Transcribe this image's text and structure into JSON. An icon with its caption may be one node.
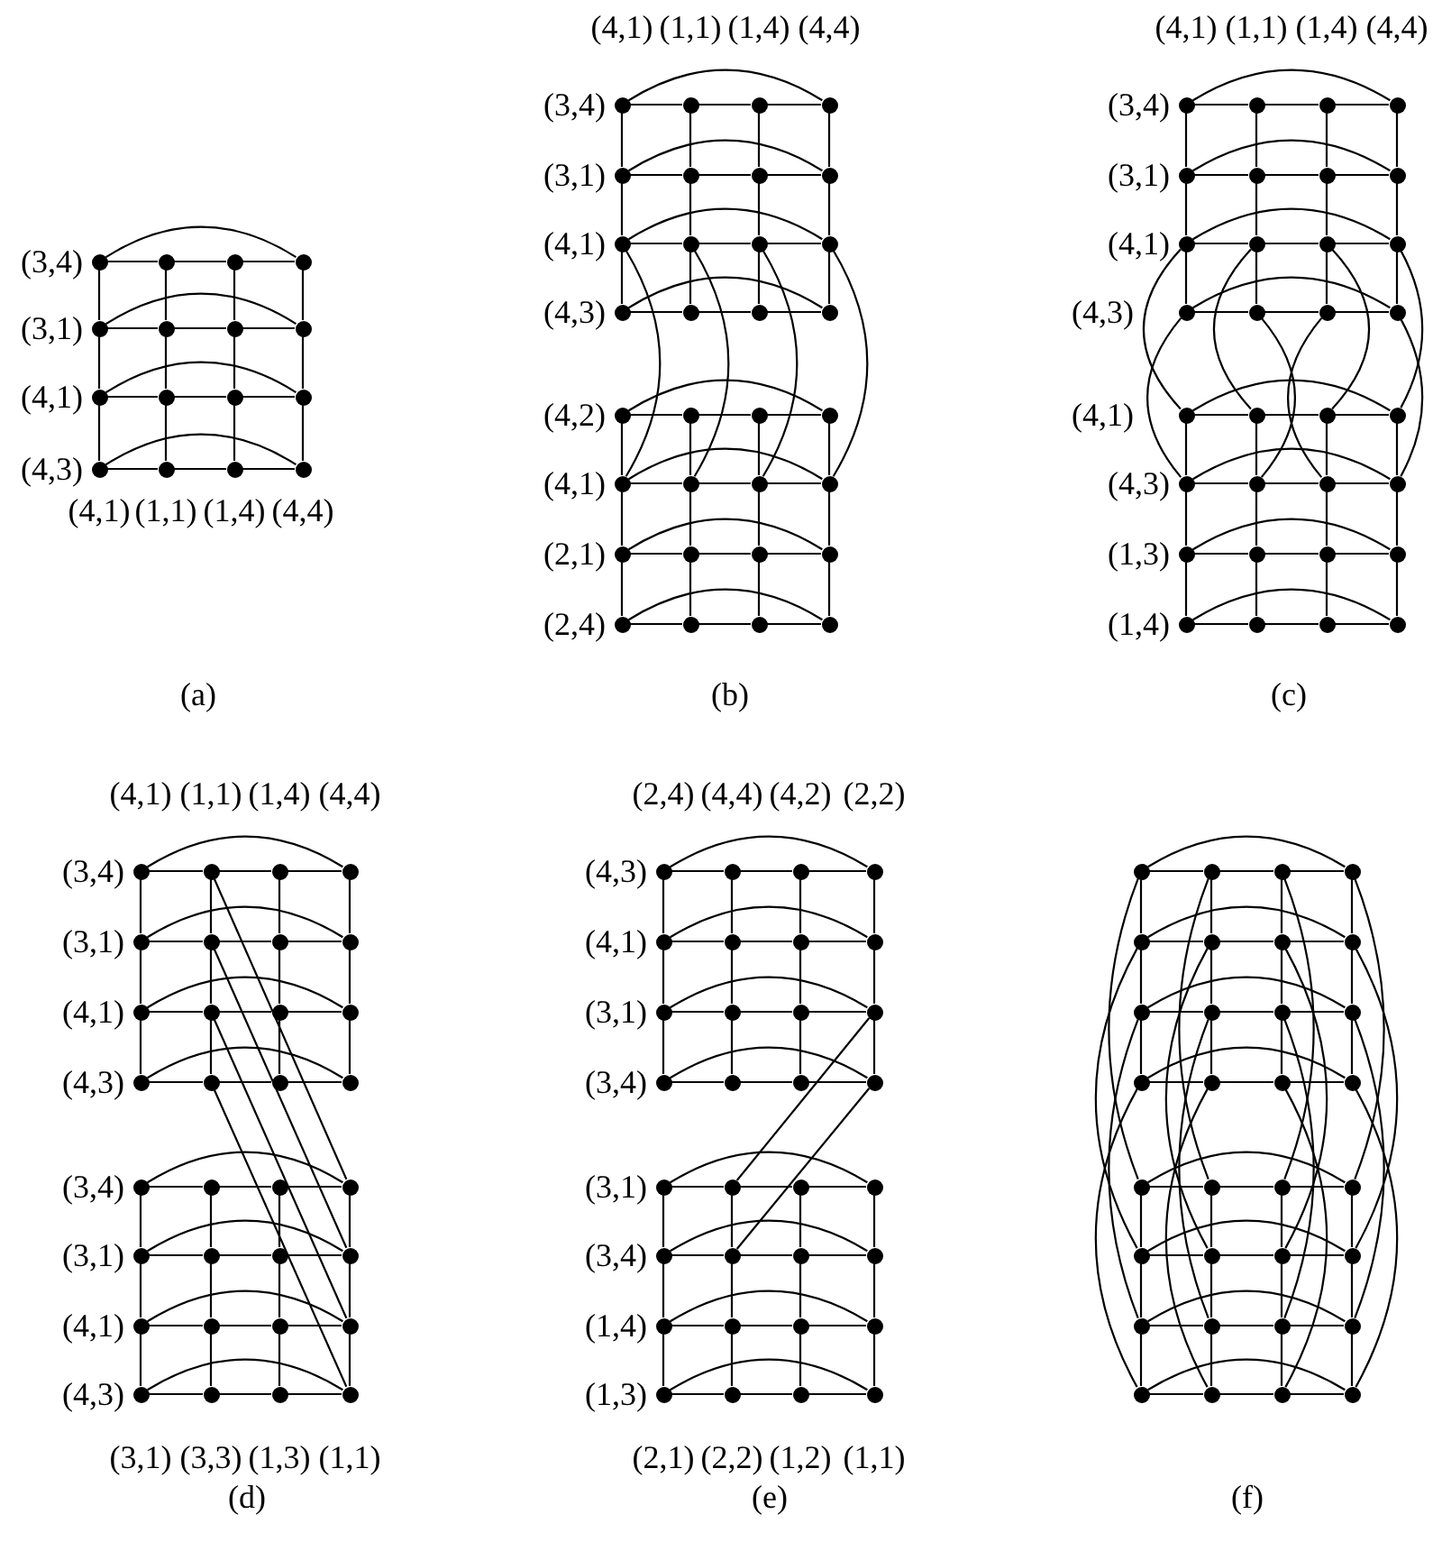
{
  "diagram": {
    "nodes": [
      {
        "text": [],
        "shape": "circle"
      },
      {
        "text": [],
        "shape": "circle"
      },
      {
        "text": [],
        "shape": "circle"
      },
      {
        "text": [],
        "shape": "circle"
      },
      {
        "text": [],
        "shape": "circle"
      },
      {
        "text": [],
        "shape": "circle"
      },
      {
        "text": [],
        "shape": "circle"
      },
      {
        "text": [],
        "shape": "circle"
      },
      {
        "text": [],
        "shape": "circle"
      },
      {
        "text": [],
        "shape": "circle"
      },
      {
        "text": [],
        "shape": "circle"
      },
      {
        "text": [],
        "shape": "circle"
      },
      {
        "text": [],
        "shape": "circle"
      },
      {
        "text": [],
        "shape": "circle"
      },
      {
        "text": [],
        "shape": "circle"
      },
      {
        "text": [],
        "shape": "circle"
      },
      {
        "text": [],
        "shape": "circle"
      },
      {
        "text": [],
        "shape": "circle"
      },
      {
        "text": [],
        "shape": "circle"
      },
      {
        "text": [],
        "shape": "circle"
      },
      {
        "text": [],
        "shape": "circle"
      },
      {
        "text": [],
        "shape": "circle"
      },
      {
        "text": [],
        "shape": "circle"
      },
      {
        "text": [],
        "shape": "circle"
      },
      {
        "text": [],
        "shape": "circle"
      },
      {
        "text": [],
        "shape": "circle"
      },
      {
        "text": [],
        "shape": "circle"
      },
      {
        "text": [],
        "shape": "circle"
      },
      {
        "text": [],
        "shape": "circle"
      },
      {
        "text": [],
        "shape": "circle"
      },
      {
        "text": [],
        "shape": "circle"
      },
      {
        "text": [],
        "shape": "circle"
      },
      {
        "text": [],
        "shape": "circle"
      },
      {
        "text": [],
        "shape": "circle"
      },
      {
        "text": [],
        "shape": "circle"
      },
      {
        "text": [],
        "shape": "circle"
      },
      {
        "text": [],
        "shape": "circle"
      },
      {
        "text": [],
        "shape": "circle"
      },
      {
        "text": [],
        "shape": "circle"
      },
      {
        "text": [],
        "shape": "circle"
      },
      {
        "text": [],
        "shape": "circle"
      },
      {
        "text": [],
        "shape": "circle"
      },
      {
        "text": [],
        "shape": "circle"
      },
      {
        "text": [],
        "shape": "circle"
      },
      {
        "text": [],
        "shape": "circle"
      },
      {
        "text": [],
        "shape": "circle"
      },
      {
        "text": [],
        "shape": "circle"
      },
      {
        "text": [],
        "shape": "circle"
      },
      {
        "text": [],
        "shape": "circle"
      },
      {
        "text": [],
        "shape": "circle"
      },
      {
        "text": [],
        "shape": "circle"
      },
      {
        "text": [],
        "shape": "circle"
      },
      {
        "text": [],
        "shape": "circle"
      },
      {
        "text": [],
        "shape": "circle"
      },
      {
        "text": [],
        "shape": "circle"
      },
      {
        "text": [],
        "shape": "circle"
      },
      {
        "text": [],
        "shape": "circle"
      },
      {
        "text": [],
        "shape": "circle"
      },
      {
        "text": [],
        "shape": "circle"
      },
      {
        "text": [],
        "shape": "circle"
      },
      {
        "text": [],
        "shape": "circle"
      },
      {
        "text": [],
        "shape": "circle"
      },
      {
        "text": [],
        "shape": "circle"
      },
      {
        "text": [],
        "shape": "circle"
      },
      {
        "text": [],
        "shape": "circle"
      },
      {
        "text": [],
        "shape": "circle"
      },
      {
        "text": [],
        "shape": "circle"
      },
      {
        "text": [],
        "shape": "circle"
      },
      {
        "text": [],
        "shape": "circle"
      },
      {
        "text": [],
        "shape": "circle"
      },
      {
        "text": [],
        "shape": "circle"
      },
      {
        "text": [],
        "shape": "circle"
      },
      {
        "text": [],
        "shape": "circle"
      },
      {
        "text": [],
        "shape": "circle"
      },
      {
        "text": [],
        "shape": "circle"
      },
      {
        "text": [],
        "shape": "circle"
      },
      {
        "text": [],
        "shape": "circle"
      },
      {
        "text": [],
        "shape": "circle"
      },
      {
        "text": [],
        "shape": "circle"
      },
      {
        "text": [],
        "shape": "circle"
      },
      {
        "text": [],
        "shape": "circle"
      },
      {
        "text": [],
        "shape": "circle"
      },
      {
        "text": [],
        "shape": "circle"
      },
      {
        "text": [],
        "shape": "circle"
      },
      {
        "text": [],
        "shape": "circle"
      },
      {
        "text": [],
        "shape": "circle"
      },
      {
        "text": [],
        "shape": "circle"
      },
      {
        "text": [],
        "shape": "circle"
      },
      {
        "text": [],
        "shape": "circle"
      },
      {
        "text": [],
        "shape": "circle"
      },
      {
        "text": [],
        "shape": "circle"
      },
      {
        "text": [],
        "shape": "circle"
      },
      {
        "text": [],
        "shape": "circle"
      },
      {
        "text": [],
        "shape": "circle"
      },
      {
        "text": [],
        "shape": "circle"
      },
      {
        "text": [],
        "shape": "circle"
      },
      {
        "text": [],
        "shape": "circle"
      },
      {
        "text": [],
        "shape": "circle"
      },
      {
        "text": [],
        "shape": "circle"
      },
      {
        "text": [],
        "shape": "circle"
      },
      {
        "text": [],
        "shape": "circle"
      },
      {
        "text": [],
        "shape": "circle"
      },
      {
        "text": [],
        "shape": "circle"
      },
      {
        "text": [],
        "shape": "circle"
      },
      {
        "text": [],
        "shape": "circle"
      },
      {
        "text": [],
        "shape": "circle"
      },
      {
        "text": [],
        "shape": "circle"
      },
      {
        "text": [],
        "shape": "circle"
      },
      {
        "text": [],
        "shape": "circle"
      },
      {
        "text": [],
        "shape": "circle"
      },
      {
        "text": [],
        "shape": "circle"
      },
      {
        "text": [],
        "shape": "circle"
      },
      {
        "text": [],
        "shape": "circle"
      },
      {
        "text": [],
        "shape": "circle"
      },
      {
        "text": [],
        "shape": "circle"
      },
      {
        "text": [],
        "shape": "circle"
      },
      {
        "text": [],
        "shape": "circle"
      },
      {
        "text": [],
        "shape": "circle"
      },
      {
        "text": [],
        "shape": "circle"
      },
      {
        "text": [],
        "shape": "circle"
      },
      {
        "text": [],
        "shape": "circle"
      },
      {
        "text": [],
        "shape": "circle"
      },
      {
        "text": [],
        "shape": "circle"
      },
      {
        "text": [],
        "shape": "circle"
      },
      {
        "text": [],
        "shape": "circle"
      },
      {
        "text": [],
        "shape": "circle"
      },
      {
        "text": [],
        "shape": "circle"
      },
      {
        "text": [],
        "shape": "circle"
      },
      {
        "text": [],
        "shape": "circle"
      },
      {
        "text": [],
        "shape": "circle"
      },
      {
        "text": [],
        "shape": "circle"
      },
      {
        "text": [],
        "shape": "circle"
      },
      {
        "text": [],
        "shape": "circle"
      },
      {
        "text": [],
        "shape": "circle"
      },
      {
        "text": [],
        "shape": "circle"
      },
      {
        "text": [],
        "shape": "circle"
      },
      {
        "text": [],
        "shape": "circle"
      },
      {
        "text": [],
        "shape": "circle"
      },
      {
        "text": [],
        "shape": "circle"
      },
      {
        "text": [],
        "shape": "circle"
      },
      {
        "text": [],
        "shape": "circle"
      },
      {
        "text": [],
        "shape": "circle"
      },
      {
        "text": [],
        "shape": "circle"
      },
      {
        "text": [],
        "shape": "circle"
      },
      {
        "text": [],
        "shape": "circle"
      },
      {
        "text": [],
        "shape": "circle"
      },
      {
        "text": [],
        "shape": "circle"
      },
      {
        "text": [],
        "shape": "circle"
      },
      {
        "text": [],
        "shape": "circle"
      },
      {
        "text": [],
        "shape": "circle"
      },
      {
        "text": [],
        "shape": "circle"
      },
      {
        "text": [],
        "shape": "circle"
      },
      {
        "text": [],
        "shape": "circle"
      },
      {
        "text": [],
        "shape": "circle"
      },
      {
        "text": [],
        "shape": "circle"
      },
      {
        "text": [],
        "shape": "circle"
      },
      {
        "text": [],
        "shape": "circle"
      },
      {
        "text": [],
        "shape": "circle"
      },
      {
        "text": [],
        "shape": "circle"
      },
      {
        "text": [],
        "shape": "circle"
      },
      {
        "text": [],
        "shape": "circle"
      },
      {
        "text": [],
        "shape": "circle"
      },
      {
        "text": [],
        "shape": "circle"
      },
      {
        "text": [],
        "shape": "circle"
      },
      {
        "text": [],
        "shape": "circle"
      },
      {
        "text": [],
        "shape": "circle"
      },
      {
        "text": [],
        "shape": "circle"
      },
      {
        "text": [],
        "shape": "circle"
      },
      {
        "text": [],
        "shape": "circle"
      },
      {
        "text": [],
        "shape": "circle"
      },
      {
        "text": [],
        "shape": "circle"
      },
      {
        "text": [],
        "shape": "circle"
      },
      {
        "text": [],
        "shape": "circle"
      },
      {
        "text": [],
        "shape": "circle"
      },
      {
        "text": [],
        "shape": "circle"
      },
      {
        "text": [],
        "shape": "circle"
      }
    ],
    "edges": [
      {
        "from": 0,
        "to": 1,
        "arrow": "none"
      },
      {
        "from": 1,
        "to": 2,
        "arrow": "none"
      },
      {
        "from": 2,
        "to": 3,
        "arrow": "none"
      },
      {
        "from": 0,
        "to": 3,
        "arrow": "none"
      },
      {
        "from": 4,
        "to": 5,
        "arrow": "none"
      },
      {
        "from": 5,
        "to": 6,
        "arrow": "none"
      },
      {
        "from": 6,
        "to": 7,
        "arrow": "none"
      },
      {
        "from": 4,
        "to": 7,
        "arrow": "none"
      },
      {
        "from": 8,
        "to": 9,
        "arrow": "none"
      },
      {
        "from": 9,
        "to": 10,
        "arrow": "none"
      },
      {
        "from": 10,
        "to": 11,
        "arrow": "none"
      },
      {
        "from": 8,
        "to": 11,
        "arrow": "none"
      },
      {
        "from": 12,
        "to": 13,
        "arrow": "none"
      },
      {
        "from": 13,
        "to": 14,
        "arrow": "none"
      },
      {
        "from": 14,
        "to": 15,
        "arrow": "none"
      },
      {
        "from": 12,
        "to": 15,
        "arrow": "none"
      },
      {
        "from": 0,
        "to": 4,
        "arrow": "none"
      },
      {
        "from": 4,
        "to": 8,
        "arrow": "none"
      },
      {
        "from": 8,
        "to": 12,
        "arrow": "none"
      },
      {
        "from": 1,
        "to": 5,
        "arrow": "none"
      },
      {
        "from": 5,
        "to": 9,
        "arrow": "none"
      },
      {
        "from": 9,
        "to": 13,
        "arrow": "none"
      },
      {
        "from": 2,
        "to": 6,
        "arrow": "none"
      },
      {
        "from": 6,
        "to": 10,
        "arrow": "none"
      },
      {
        "from": 10,
        "to": 14,
        "arrow": "none"
      },
      {
        "from": 3,
        "to": 7,
        "arrow": "none"
      },
      {
        "from": 7,
        "to": 11,
        "arrow": "none"
      },
      {
        "from": 11,
        "to": 15,
        "arrow": "none"
      },
      {
        "from": 16,
        "to": 17,
        "arrow": "none"
      },
      {
        "from": 17,
        "to": 18,
        "arrow": "none"
      },
      {
        "from": 18,
        "to": 19,
        "arrow": "none"
      },
      {
        "from": 16,
        "to": 19,
        "arrow": "none"
      },
      {
        "from": 20,
        "to": 21,
        "arrow": "none"
      },
      {
        "from": 21,
        "to": 22,
        "arrow": "none"
      },
      {
        "from": 22,
        "to": 23,
        "arrow": "none"
      },
      {
        "from": 20,
        "to": 23,
        "arrow": "none"
      },
      {
        "from": 24,
        "to": 25,
        "arrow": "none"
      },
      {
        "from": 25,
        "to": 26,
        "arrow": "none"
      },
      {
        "from": 26,
        "to": 27,
        "arrow": "none"
      },
      {
        "from": 24,
        "to": 27,
        "arrow": "none"
      },
      {
        "from": 28,
        "to": 29,
        "arrow": "none"
      },
      {
        "from": 29,
        "to": 30,
        "arrow": "none"
      },
      {
        "from": 30,
        "to": 31,
        "arrow": "none"
      },
      {
        "from": 28,
        "to": 31,
        "arrow": "none"
      },
      {
        "from": 16,
        "to": 20,
        "arrow": "none"
      },
      {
        "from": 20,
        "to": 24,
        "arrow": "none"
      },
      {
        "from": 24,
        "to": 28,
        "arrow": "none"
      },
      {
        "from": 17,
        "to": 21,
        "arrow": "none"
      },
      {
        "from": 21,
        "to": 25,
        "arrow": "none"
      },
      {
        "from": 25,
        "to": 29,
        "arrow": "none"
      },
      {
        "from": 18,
        "to": 22,
        "arrow": "none"
      },
      {
        "from": 22,
        "to": 26,
        "arrow": "none"
      },
      {
        "from": 26,
        "to": 30,
        "arrow": "none"
      },
      {
        "from": 19,
        "to": 23,
        "arrow": "none"
      },
      {
        "from": 23,
        "to": 27,
        "arrow": "none"
      },
      {
        "from": 27,
        "to": 31,
        "arrow": "none"
      },
      {
        "from": 32,
        "to": 33,
        "arrow": "none"
      },
      {
        "from": 33,
        "to": 34,
        "arrow": "none"
      },
      {
        "from": 34,
        "to": 35,
        "arrow": "none"
      },
      {
        "from": 32,
        "to": 35,
        "arrow": "none"
      },
      {
        "from": 36,
        "to": 37,
        "arrow": "none"
      },
      {
        "from": 37,
        "to": 38,
        "arrow": "none"
      },
      {
        "from": 38,
        "to": 39,
        "arrow": "none"
      },
      {
        "from": 36,
        "to": 39,
        "arrow": "none"
      },
      {
        "from": 40,
        "to": 41,
        "arrow": "none"
      },
      {
        "from": 41,
        "to": 42,
        "arrow": "none"
      },
      {
        "from": 42,
        "to": 43,
        "arrow": "none"
      },
      {
        "from": 40,
        "to": 43,
        "arrow": "none"
      },
      {
        "from": 44,
        "to": 45,
        "arrow": "none"
      },
      {
        "from": 45,
        "to": 46,
        "arrow": "none"
      },
      {
        "from": 46,
        "to": 47,
        "arrow": "none"
      },
      {
        "from": 44,
        "to": 47,
        "arrow": "none"
      },
      {
        "from": 32,
        "to": 36,
        "arrow": "none"
      },
      {
        "from": 36,
        "to": 40,
        "arrow": "none"
      },
      {
        "from": 40,
        "to": 44,
        "arrow": "none"
      },
      {
        "from": 33,
        "to": 37,
        "arrow": "none"
      },
      {
        "from": 37,
        "to": 41,
        "arrow": "none"
      },
      {
        "from": 41,
        "to": 45,
        "arrow": "none"
      },
      {
        "from": 34,
        "to": 38,
        "arrow": "none"
      },
      {
        "from": 38,
        "to": 42,
        "arrow": "none"
      },
      {
        "from": 42,
        "to": 46,
        "arrow": "none"
      },
      {
        "from": 35,
        "to": 39,
        "arrow": "none"
      },
      {
        "from": 39,
        "to": 43,
        "arrow": "none"
      },
      {
        "from": 43,
        "to": 47,
        "arrow": "none"
      },
      {
        "from": 24,
        "to": 36,
        "arrow": "none"
      },
      {
        "from": 25,
        "to": 37,
        "arrow": "none"
      },
      {
        "from": 26,
        "to": 38,
        "arrow": "none"
      },
      {
        "from": 27,
        "to": 39,
        "arrow": "none"
      },
      {
        "from": 48,
        "to": 49,
        "arrow": "none"
      },
      {
        "from": 49,
        "to": 50,
        "arrow": "none"
      },
      {
        "from": 50,
        "to": 51,
        "arrow": "none"
      },
      {
        "from": 48,
        "to": 51,
        "arrow": "none"
      },
      {
        "from": 52,
        "to": 53,
        "arrow": "none"
      },
      {
        "from": 53,
        "to": 54,
        "arrow": "none"
      },
      {
        "from": 54,
        "to": 55,
        "arrow": "none"
      },
      {
        "from": 52,
        "to": 55,
        "arrow": "none"
      },
      {
        "from": 56,
        "to": 57,
        "arrow": "none"
      },
      {
        "from": 57,
        "to": 58,
        "arrow": "none"
      },
      {
        "from": 58,
        "to": 59,
        "arrow": "none"
      },
      {
        "from": 56,
        "to": 59,
        "arrow": "none"
      },
      {
        "from": 60,
        "to": 61,
        "arrow": "none"
      },
      {
        "from": 61,
        "to": 62,
        "arrow": "none"
      },
      {
        "from": 62,
        "to": 63,
        "arrow": "none"
      },
      {
        "from": 60,
        "to": 63,
        "arrow": "none"
      },
      {
        "from": 48,
        "to": 52,
        "arrow": "none"
      },
      {
        "from": 52,
        "to": 56,
        "arrow": "none"
      },
      {
        "from": 56,
        "to": 60,
        "arrow": "none"
      },
      {
        "from": 49,
        "to": 53,
        "arrow": "none"
      },
      {
        "from": 53,
        "to": 57,
        "arrow": "none"
      },
      {
        "from": 57,
        "to": 61,
        "arrow": "none"
      },
      {
        "from": 50,
        "to": 54,
        "arrow": "none"
      },
      {
        "from": 54,
        "to": 58,
        "arrow": "none"
      },
      {
        "from": 58,
        "to": 62,
        "arrow": "none"
      },
      {
        "from": 51,
        "to": 55,
        "arrow": "none"
      },
      {
        "from": 55,
        "to": 59,
        "arrow": "none"
      },
      {
        "from": 59,
        "to": 63,
        "arrow": "none"
      },
      {
        "from": 64,
        "to": 65,
        "arrow": "none"
      },
      {
        "from": 65,
        "to": 66,
        "arrow": "none"
      },
      {
        "from": 66,
        "to": 67,
        "arrow": "none"
      },
      {
        "from": 64,
        "to": 67,
        "arrow": "none"
      },
      {
        "from": 68,
        "to": 69,
        "arrow": "none"
      },
      {
        "from": 69,
        "to": 70,
        "arrow": "none"
      },
      {
        "from": 70,
        "to": 71,
        "arrow": "none"
      },
      {
        "from": 68,
        "to": 71,
        "arrow": "none"
      },
      {
        "from": 72,
        "to": 73,
        "arrow": "none"
      },
      {
        "from": 73,
        "to": 74,
        "arrow": "none"
      },
      {
        "from": 74,
        "to": 75,
        "arrow": "none"
      },
      {
        "from": 72,
        "to": 75,
        "arrow": "none"
      },
      {
        "from": 76,
        "to": 77,
        "arrow": "none"
      },
      {
        "from": 77,
        "to": 78,
        "arrow": "none"
      },
      {
        "from": 78,
        "to": 79,
        "arrow": "none"
      },
      {
        "from": 76,
        "to": 79,
        "arrow": "none"
      },
      {
        "from": 64,
        "to": 68,
        "arrow": "none"
      },
      {
        "from": 68,
        "to": 72,
        "arrow": "none"
      },
      {
        "from": 72,
        "to": 76,
        "arrow": "none"
      },
      {
        "from": 65,
        "to": 69,
        "arrow": "none"
      },
      {
        "from": 69,
        "to": 73,
        "arrow": "none"
      },
      {
        "from": 73,
        "to": 77,
        "arrow": "none"
      },
      {
        "from": 66,
        "to": 70,
        "arrow": "none"
      },
      {
        "from": 70,
        "to": 74,
        "arrow": "none"
      },
      {
        "from": 74,
        "to": 78,
        "arrow": "none"
      },
      {
        "from": 67,
        "to": 71,
        "arrow": "none"
      },
      {
        "from": 71,
        "to": 75,
        "arrow": "none"
      },
      {
        "from": 75,
        "to": 79,
        "arrow": "none"
      },
      {
        "from": 56,
        "to": 64,
        "arrow": "none"
      },
      {
        "from": 57,
        "to": 65,
        "arrow": "none"
      },
      {
        "from": 58,
        "to": 66,
        "arrow": "none"
      },
      {
        "from": 59,
        "to": 67,
        "arrow": "none"
      },
      {
        "from": 60,
        "to": 68,
        "arrow": "none"
      },
      {
        "from": 61,
        "to": 69,
        "arrow": "none"
      },
      {
        "from": 62,
        "to": 70,
        "arrow": "none"
      },
      {
        "from": 63,
        "to": 71,
        "arrow": "none"
      },
      {
        "from": 80,
        "to": 81,
        "arrow": "none"
      },
      {
        "from": 81,
        "to": 82,
        "arrow": "none"
      },
      {
        "from": 82,
        "to": 83,
        "arrow": "none"
      },
      {
        "from": 80,
        "to": 83,
        "arrow": "none"
      },
      {
        "from": 84,
        "to": 85,
        "arrow": "none"
      },
      {
        "from": 85,
        "to": 86,
        "arrow": "none"
      },
      {
        "from": 86,
        "to": 87,
        "arrow": "none"
      },
      {
        "from": 84,
        "to": 87,
        "arrow": "none"
      },
      {
        "from": 88,
        "to": 89,
        "arrow": "none"
      },
      {
        "from": 89,
        "to": 90,
        "arrow": "none"
      },
      {
        "from": 90,
        "to": 91,
        "arrow": "none"
      },
      {
        "from": 88,
        "to": 91,
        "arrow": "none"
      },
      {
        "from": 92,
        "to": 93,
        "arrow": "none"
      },
      {
        "from": 93,
        "to": 94,
        "arrow": "none"
      },
      {
        "from": 94,
        "to": 95,
        "arrow": "none"
      },
      {
        "from": 92,
        "to": 95,
        "arrow": "none"
      },
      {
        "from": 80,
        "to": 84,
        "arrow": "none"
      },
      {
        "from": 84,
        "to": 88,
        "arrow": "none"
      },
      {
        "from": 88,
        "to": 92,
        "arrow": "none"
      },
      {
        "from": 81,
        "to": 85,
        "arrow": "none"
      },
      {
        "from": 85,
        "to": 89,
        "arrow": "none"
      },
      {
        "from": 89,
        "to": 93,
        "arrow": "none"
      },
      {
        "from": 82,
        "to": 86,
        "arrow": "none"
      },
      {
        "from": 86,
        "to": 90,
        "arrow": "none"
      },
      {
        "from": 90,
        "to": 94,
        "arrow": "none"
      },
      {
        "from": 83,
        "to": 87,
        "arrow": "none"
      },
      {
        "from": 87,
        "to": 91,
        "arrow": "none"
      },
      {
        "from": 91,
        "to": 95,
        "arrow": "none"
      },
      {
        "from": 96,
        "to": 97,
        "arrow": "none"
      },
      {
        "from": 97,
        "to": 98,
        "arrow": "none"
      },
      {
        "from": 98,
        "to": 99,
        "arrow": "none"
      },
      {
        "from": 96,
        "to": 99,
        "arrow": "none"
      },
      {
        "from": 100,
        "to": 101,
        "arrow": "none"
      },
      {
        "from": 101,
        "to": 102,
        "arrow": "none"
      },
      {
        "from": 102,
        "to": 103,
        "arrow": "none"
      },
      {
        "from": 100,
        "to": 103,
        "arrow": "none"
      },
      {
        "from": 104,
        "to": 105,
        "arrow": "none"
      },
      {
        "from": 105,
        "to": 106,
        "arrow": "none"
      },
      {
        "from": 106,
        "to": 107,
        "arrow": "none"
      },
      {
        "from": 104,
        "to": 107,
        "arrow": "none"
      },
      {
        "from": 108,
        "to": 109,
        "arrow": "none"
      },
      {
        "from": 109,
        "to": 110,
        "arrow": "none"
      },
      {
        "from": 110,
        "to": 111,
        "arrow": "none"
      },
      {
        "from": 108,
        "to": 111,
        "arrow": "none"
      },
      {
        "from": 96,
        "to": 100,
        "arrow": "none"
      },
      {
        "from": 100,
        "to": 104,
        "arrow": "none"
      },
      {
        "from": 104,
        "to": 108,
        "arrow": "none"
      },
      {
        "from": 97,
        "to": 101,
        "arrow": "none"
      },
      {
        "from": 101,
        "to": 105,
        "arrow": "none"
      },
      {
        "from": 105,
        "to": 109,
        "arrow": "none"
      },
      {
        "from": 98,
        "to": 102,
        "arrow": "none"
      },
      {
        "from": 102,
        "to": 106,
        "arrow": "none"
      },
      {
        "from": 106,
        "to": 110,
        "arrow": "none"
      },
      {
        "from": 99,
        "to": 103,
        "arrow": "none"
      },
      {
        "from": 103,
        "to": 107,
        "arrow": "none"
      },
      {
        "from": 107,
        "to": 111,
        "arrow": "none"
      },
      {
        "from": 81,
        "to": 99,
        "arrow": "none"
      },
      {
        "from": 85,
        "to": 103,
        "arrow": "none"
      },
      {
        "from": 89,
        "to": 107,
        "arrow": "none"
      },
      {
        "from": 93,
        "to": 111,
        "arrow": "none"
      },
      {
        "from": 112,
        "to": 113,
        "arrow": "none"
      },
      {
        "from": 113,
        "to": 114,
        "arrow": "none"
      },
      {
        "from": 114,
        "to": 115,
        "arrow": "none"
      },
      {
        "from": 112,
        "to": 115,
        "arrow": "none"
      },
      {
        "from": 116,
        "to": 117,
        "arrow": "none"
      },
      {
        "from": 117,
        "to": 118,
        "arrow": "none"
      },
      {
        "from": 118,
        "to": 119,
        "arrow": "none"
      },
      {
        "from": 116,
        "to": 119,
        "arrow": "none"
      },
      {
        "from": 120,
        "to": 121,
        "arrow": "none"
      },
      {
        "from": 121,
        "to": 122,
        "arrow": "none"
      },
      {
        "from": 122,
        "to": 123,
        "arrow": "none"
      },
      {
        "from": 120,
        "to": 123,
        "arrow": "none"
      },
      {
        "from": 124,
        "to": 125,
        "arrow": "none"
      },
      {
        "from": 125,
        "to": 126,
        "arrow": "none"
      },
      {
        "from": 126,
        "to": 127,
        "arrow": "none"
      },
      {
        "from": 124,
        "to": 127,
        "arrow": "none"
      },
      {
        "from": 112,
        "to": 116,
        "arrow": "none"
      },
      {
        "from": 116,
        "to": 120,
        "arrow": "none"
      },
      {
        "from": 120,
        "to": 124,
        "arrow": "none"
      },
      {
        "from": 113,
        "to": 117,
        "arrow": "none"
      },
      {
        "from": 117,
        "to": 121,
        "arrow": "none"
      },
      {
        "from": 121,
        "to": 125,
        "arrow": "none"
      },
      {
        "from": 114,
        "to": 118,
        "arrow": "none"
      },
      {
        "from": 118,
        "to": 122,
        "arrow": "none"
      },
      {
        "from": 122,
        "to": 126,
        "arrow": "none"
      },
      {
        "from": 115,
        "to": 119,
        "arrow": "none"
      },
      {
        "from": 119,
        "to": 123,
        "arrow": "none"
      },
      {
        "from": 123,
        "to": 127,
        "arrow": "none"
      },
      {
        "from": 128,
        "to": 129,
        "arrow": "none"
      },
      {
        "from": 129,
        "to": 130,
        "arrow": "none"
      },
      {
        "from": 130,
        "to": 131,
        "arrow": "none"
      },
      {
        "from": 128,
        "to": 131,
        "arrow": "none"
      },
      {
        "from": 132,
        "to": 133,
        "arrow": "none"
      },
      {
        "from": 133,
        "to": 134,
        "arrow": "none"
      },
      {
        "from": 134,
        "to": 135,
        "arrow": "none"
      },
      {
        "from": 132,
        "to": 135,
        "arrow": "none"
      },
      {
        "from": 136,
        "to": 137,
        "arrow": "none"
      },
      {
        "from": 137,
        "to": 138,
        "arrow": "none"
      },
      {
        "from": 138,
        "to": 139,
        "arrow": "none"
      },
      {
        "from": 136,
        "to": 139,
        "arrow": "none"
      },
      {
        "from": 140,
        "to": 141,
        "arrow": "none"
      },
      {
        "from": 141,
        "to": 142,
        "arrow": "none"
      },
      {
        "from": 142,
        "to": 143,
        "arrow": "none"
      },
      {
        "from": 140,
        "to": 143,
        "arrow": "none"
      },
      {
        "from": 128,
        "to": 132,
        "arrow": "none"
      },
      {
        "from": 132,
        "to": 136,
        "arrow": "none"
      },
      {
        "from": 136,
        "to": 140,
        "arrow": "none"
      },
      {
        "from": 129,
        "to": 133,
        "arrow": "none"
      },
      {
        "from": 133,
        "to": 137,
        "arrow": "none"
      },
      {
        "from": 137,
        "to": 141,
        "arrow": "none"
      },
      {
        "from": 130,
        "to": 134,
        "arrow": "none"
      },
      {
        "from": 134,
        "to": 138,
        "arrow": "none"
      },
      {
        "from": 138,
        "to": 142,
        "arrow": "none"
      },
      {
        "from": 131,
        "to": 135,
        "arrow": "none"
      },
      {
        "from": 135,
        "to": 139,
        "arrow": "none"
      },
      {
        "from": 139,
        "to": 143,
        "arrow": "none"
      },
      {
        "from": 123,
        "to": 129,
        "arrow": "none"
      },
      {
        "from": 127,
        "to": 133,
        "arrow": "none"
      },
      {
        "from": 144,
        "to": 145,
        "arrow": "none"
      },
      {
        "from": 145,
        "to": 146,
        "arrow": "none"
      },
      {
        "from": 146,
        "to": 147,
        "arrow": "none"
      },
      {
        "from": 144,
        "to": 147,
        "arrow": "none"
      },
      {
        "from": 148,
        "to": 149,
        "arrow": "none"
      },
      {
        "from": 149,
        "to": 150,
        "arrow": "none"
      },
      {
        "from": 150,
        "to": 151,
        "arrow": "none"
      },
      {
        "from": 148,
        "to": 151,
        "arrow": "none"
      },
      {
        "from": 152,
        "to": 153,
        "arrow": "none"
      },
      {
        "from": 153,
        "to": 154,
        "arrow": "none"
      },
      {
        "from": 154,
        "to": 155,
        "arrow": "none"
      },
      {
        "from": 152,
        "to": 155,
        "arrow": "none"
      },
      {
        "from": 156,
        "to": 157,
        "arrow": "none"
      },
      {
        "from": 157,
        "to": 158,
        "arrow": "none"
      },
      {
        "from": 158,
        "to": 159,
        "arrow": "none"
      },
      {
        "from": 156,
        "to": 159,
        "arrow": "none"
      },
      {
        "from": 144,
        "to": 148,
        "arrow": "none"
      },
      {
        "from": 148,
        "to": 152,
        "arrow": "none"
      },
      {
        "from": 152,
        "to": 156,
        "arrow": "none"
      },
      {
        "from": 145,
        "to": 149,
        "arrow": "none"
      },
      {
        "from": 149,
        "to": 153,
        "arrow": "none"
      },
      {
        "from": 153,
        "to": 157,
        "arrow": "none"
      },
      {
        "from": 146,
        "to": 150,
        "arrow": "none"
      },
      {
        "from": 150,
        "to": 154,
        "arrow": "none"
      },
      {
        "from": 154,
        "to": 158,
        "arrow": "none"
      },
      {
        "from": 147,
        "to": 151,
        "arrow": "none"
      },
      {
        "from": 151,
        "to": 155,
        "arrow": "none"
      },
      {
        "from": 155,
        "to": 159,
        "arrow": "none"
      },
      {
        "from": 160,
        "to": 161,
        "arrow": "none"
      },
      {
        "from": 161,
        "to": 162,
        "arrow": "none"
      },
      {
        "from": 162,
        "to": 163,
        "arrow": "none"
      },
      {
        "from": 160,
        "to": 163,
        "arrow": "none"
      },
      {
        "from": 164,
        "to": 165,
        "arrow": "none"
      },
      {
        "from": 165,
        "to": 166,
        "arrow": "none"
      },
      {
        "from": 166,
        "to": 167,
        "arrow": "none"
      },
      {
        "from": 164,
        "to": 167,
        "arrow": "none"
      },
      {
        "from": 168,
        "to": 169,
        "arrow": "none"
      },
      {
        "from": 169,
        "to": 170,
        "arrow": "none"
      },
      {
        "from": 170,
        "to": 171,
        "arrow": "none"
      },
      {
        "from": 168,
        "to": 171,
        "arrow": "none"
      },
      {
        "from": 172,
        "to": 173,
        "arrow": "none"
      },
      {
        "from": 173,
        "to": 174,
        "arrow": "none"
      },
      {
        "from": 174,
        "to": 175,
        "arrow": "none"
      },
      {
        "from": 172,
        "to": 175,
        "arrow": "none"
      },
      {
        "from": 160,
        "to": 164,
        "arrow": "none"
      },
      {
        "from": 164,
        "to": 168,
        "arrow": "none"
      },
      {
        "from": 168,
        "to": 172,
        "arrow": "none"
      },
      {
        "from": 161,
        "to": 165,
        "arrow": "none"
      },
      {
        "from": 165,
        "to": 169,
        "arrow": "none"
      },
      {
        "from": 169,
        "to": 173,
        "arrow": "none"
      },
      {
        "from": 162,
        "to": 166,
        "arrow": "none"
      },
      {
        "from": 166,
        "to": 170,
        "arrow": "none"
      },
      {
        "from": 170,
        "to": 174,
        "arrow": "none"
      },
      {
        "from": 163,
        "to": 167,
        "arrow": "none"
      },
      {
        "from": 167,
        "to": 171,
        "arrow": "none"
      },
      {
        "from": 171,
        "to": 175,
        "arrow": "none"
      },
      {
        "from": 144,
        "to": 160,
        "arrow": "none"
      },
      {
        "from": 145,
        "to": 161,
        "arrow": "none"
      },
      {
        "from": 146,
        "to": 162,
        "arrow": "none"
      },
      {
        "from": 147,
        "to": 163,
        "arrow": "none"
      },
      {
        "from": 148,
        "to": 164,
        "arrow": "none"
      },
      {
        "from": 149,
        "to": 165,
        "arrow": "none"
      },
      {
        "from": 150,
        "to": 166,
        "arrow": "none"
      },
      {
        "from": 151,
        "to": 167,
        "arrow": "none"
      },
      {
        "from": 152,
        "to": 168,
        "arrow": "none"
      },
      {
        "from": 153,
        "to": 169,
        "arrow": "none"
      },
      {
        "from": 154,
        "to": 170,
        "arrow": "none"
      },
      {
        "from": 155,
        "to": 171,
        "arrow": "none"
      },
      {
        "from": 156,
        "to": 172,
        "arrow": "none"
      },
      {
        "from": 157,
        "to": 173,
        "arrow": "none"
      },
      {
        "from": 158,
        "to": 174,
        "arrow": "none"
      },
      {
        "from": 159,
        "to": 175,
        "arrow": "none"
      }
    ],
    "labels": [
      "(3,4)",
      "(3,1)",
      "(4,1)",
      "(4,3)",
      "(4,1)",
      "(1,1)",
      "(1,4)",
      "(4,4)",
      "(a)",
      "(4,1)",
      "(1,1)",
      "(1,4)",
      "(4,4)",
      "(3,4)",
      "(3,1)",
      "(4,1)",
      "(4,3)",
      "(4,2)",
      "(4,1)",
      "(2,1)",
      "(2,4)",
      "(b)",
      "(4,1)",
      "(1,1)",
      "(1,4)",
      "(4,4)",
      "(3,4)",
      "(3,1)",
      "(4,1)",
      "(4,3)",
      "(4,1)",
      "(4,3)",
      "(1,3)",
      "(1,4)",
      "(c)",
      "(4,1)",
      "(1,1)",
      "(1,4)",
      "(4,4)",
      "(3,4)",
      "(3,1)",
      "(4,1)",
      "(4,3)",
      "(3,4)",
      "(3,1)",
      "(4,1)",
      "(4,3)",
      "(3,1)",
      "(3,3)",
      "(1,3)",
      "(1,1)",
      "(d)",
      "(2,4)",
      "(4,4)",
      "(4,2)",
      "(2,2)",
      "(4,3)",
      "(4,1)",
      "(3,1)",
      "(3,4)",
      "(3,1)",
      "(3,4)",
      "(1,4)",
      "(1,3)",
      "(2,1)",
      "(2,2)",
      "(1,2)",
      "(1,1)",
      "(e)",
      "(f)"
    ]
  }
}
